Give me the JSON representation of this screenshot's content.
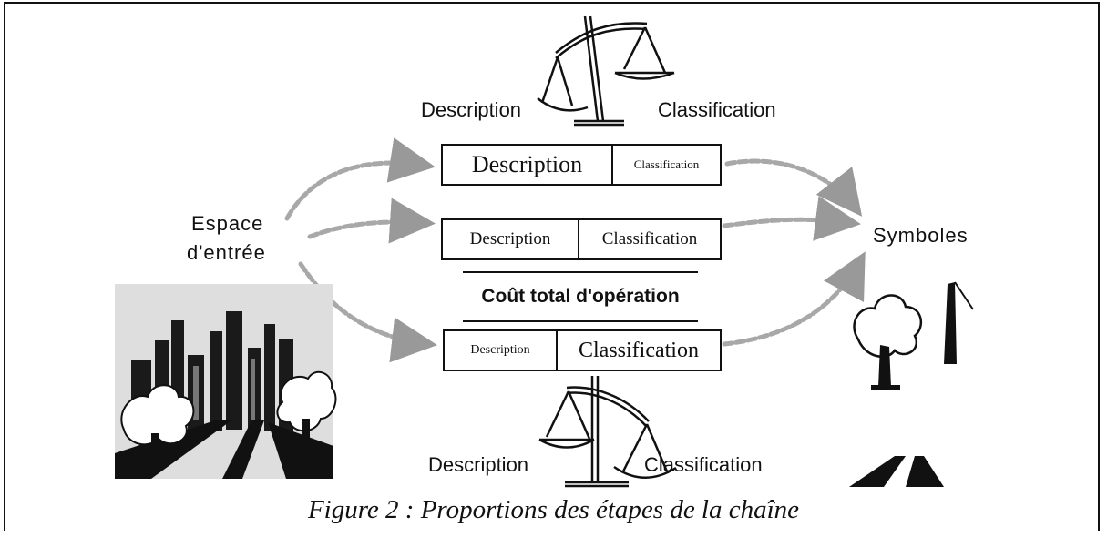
{
  "top_scale": {
    "left_label": "Description",
    "right_label": "Classification"
  },
  "bottom_scale": {
    "left_label": "Description",
    "right_label": "Classification"
  },
  "bars": [
    {
      "description": "Description",
      "classification": "Classification"
    },
    {
      "description": "Description",
      "classification": "Classification"
    },
    {
      "description": "Description",
      "classification": "Classification"
    }
  ],
  "cost_label": "Coût total d'opération",
  "input_label": {
    "line1": "Espace",
    "line2": "d'entrée"
  },
  "output_label": "Symboles",
  "caption": "Figure 2 : Proportions des étapes de la chaîne"
}
